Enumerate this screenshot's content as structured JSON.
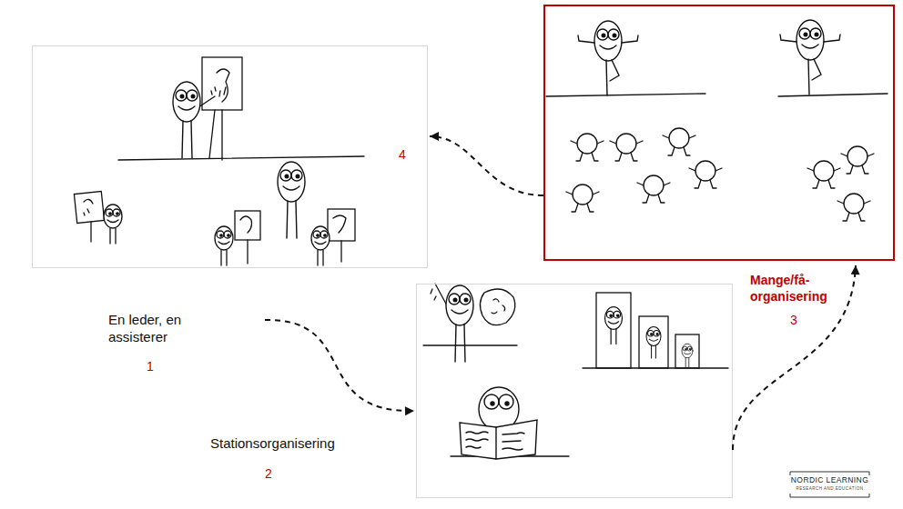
{
  "diagram": {
    "nodes": [
      {
        "text": [
          "En leder, en assisterer",
          "1"
        ]
      },
      {
        "text": [
          "Stationsorganisering",
          "2"
        ]
      },
      {
        "text": [
          "Mange/få-organisering",
          "3"
        ]
      }
    ],
    "edges": [
      {
        "from": 0,
        "to": 1,
        "arrow": "to"
      },
      {
        "from": 1,
        "to": 2,
        "arrow": "to"
      },
      {
        "from": 2,
        "to": 0,
        "arrow": "to",
        "label": "4"
      }
    ],
    "labels": [
      "NORDIC LEARNING",
      "RESEARCH AND EDUCATION"
    ]
  }
}
